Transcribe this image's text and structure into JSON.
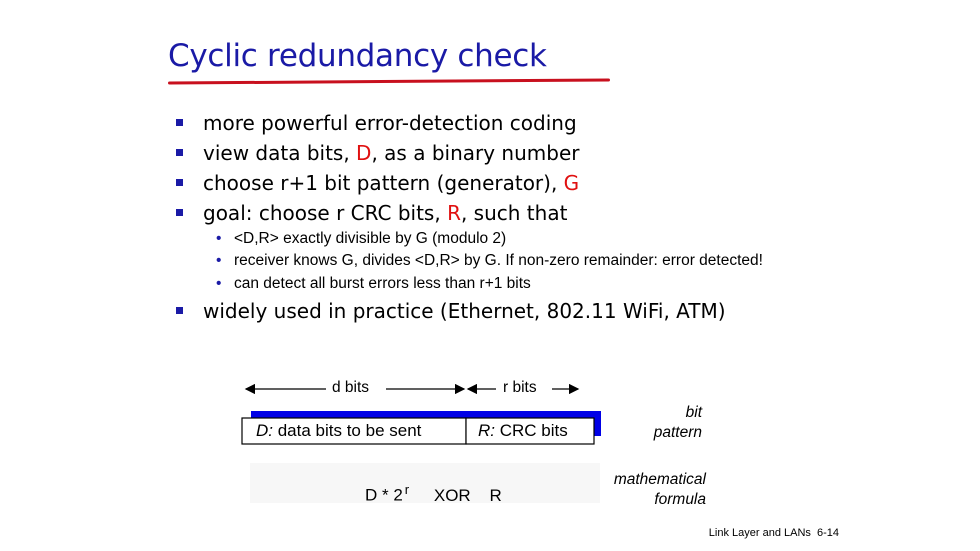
{
  "slide": {
    "title": "Cyclic redundancy check",
    "bullets": [
      {
        "pre": "more powerful error-detection coding",
        "hl": "",
        "post": ""
      },
      {
        "pre": "view data bits, ",
        "hl": "D",
        "post": ", as a binary number"
      },
      {
        "pre": "choose r+1 bit pattern (generator), ",
        "hl": "G",
        "post": ""
      },
      {
        "pre": "goal: choose r CRC bits, ",
        "hl": "R",
        "post": ", such that"
      }
    ],
    "subbullets": [
      " <D,R> exactly divisible by G (modulo 2)",
      "receiver knows G, divides <D,R> by G.  If non-zero remainder: error detected!",
      "can detect all burst errors less than r+1 bits"
    ],
    "last_bullet": "widely used in practice (Ethernet, 802.11 WiFi, ATM)"
  },
  "diagram": {
    "d_bits_label": "d bits",
    "r_bits_label": "r bits",
    "box_d_prefix": "D:",
    "box_d_text": " data bits to be sent",
    "box_r_prefix": "R:",
    "box_r_text": " CRC bits",
    "side_bit": "bit",
    "side_pattern": "pattern",
    "formula_left": "D * 2",
    "formula_exp": "r",
    "formula_xor": "XOR",
    "formula_r": "R",
    "side_math1": "mathematical",
    "side_math2": "formula",
    "accent_color": "#1a1aa6"
  },
  "footer": {
    "text": "Link Layer and LANs",
    "page": "6-14"
  }
}
